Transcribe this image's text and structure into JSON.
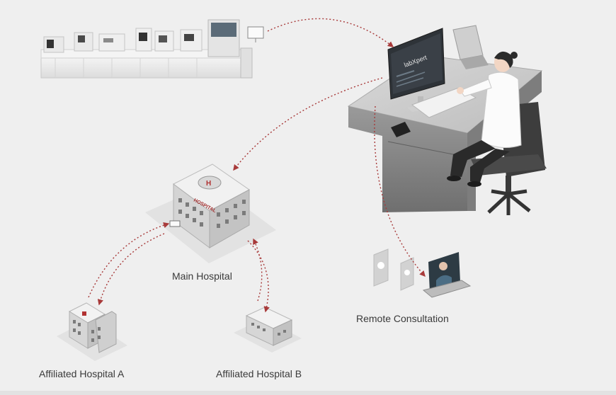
{
  "labels": {
    "main_hospital": "Main Hospital",
    "remote_consultation": "Remote Consultation",
    "affiliated_a": "Affiliated Hospital A",
    "affiliated_b": "Affiliated Hospital B"
  },
  "monitor_brand": "labXpert",
  "building_sign": "HOSPITAL",
  "colors": {
    "background": "#efefef",
    "arrow": "#a83a3a",
    "label_text": "#3a3a3a",
    "equipment_body": "#e6e6e6",
    "desk": "#8a8a8a",
    "chair": "#3d3d3d"
  }
}
